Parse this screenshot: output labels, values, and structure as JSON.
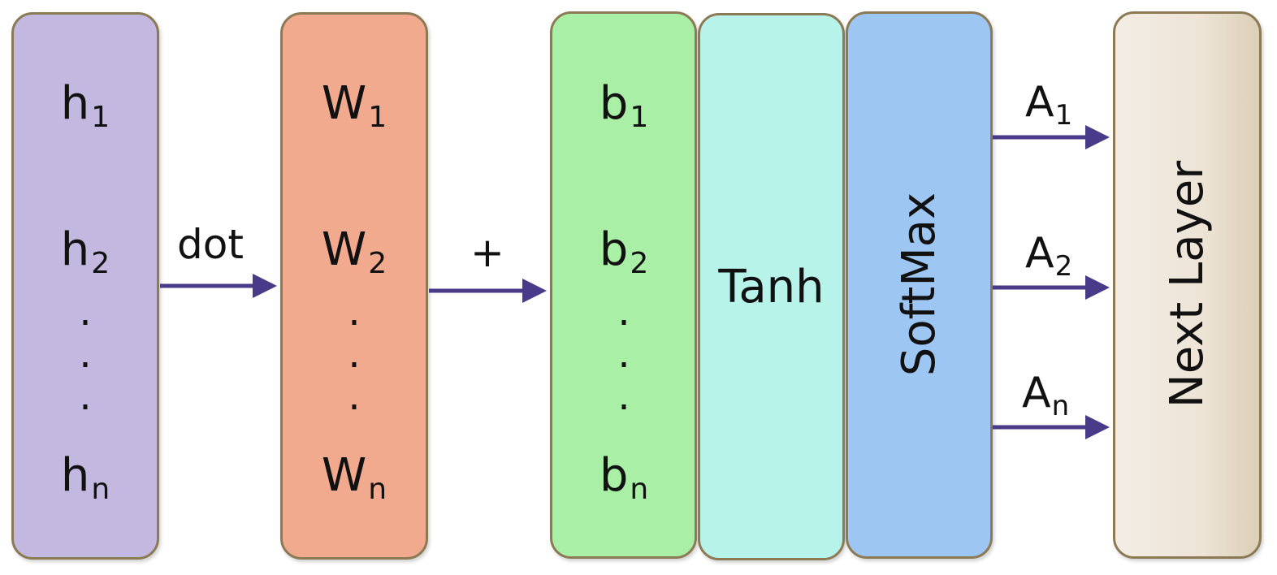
{
  "hidden": {
    "h1": {
      "base": "h",
      "sub": "1"
    },
    "h2": {
      "base": "h",
      "sub": "2"
    },
    "hn": {
      "base": "h",
      "sub": "n"
    },
    "dots": [
      ".",
      ".",
      "."
    ]
  },
  "weights": {
    "w1": {
      "base": "W",
      "sub": "1"
    },
    "w2": {
      "base": "W",
      "sub": "2"
    },
    "wn": {
      "base": "W",
      "sub": "n"
    },
    "dots": [
      ".",
      ".",
      "."
    ]
  },
  "biases": {
    "b1": {
      "base": "b",
      "sub": "1"
    },
    "b2": {
      "base": "b",
      "sub": "2"
    },
    "bn": {
      "base": "b",
      "sub": "n"
    },
    "dots": [
      ".",
      ".",
      "."
    ]
  },
  "operations": {
    "dot": "dot",
    "plus": "+"
  },
  "tanh": {
    "label": "Tanh"
  },
  "softmax": {
    "label": "SoftMax"
  },
  "next_layer": {
    "label": "Next Layer"
  },
  "outputs": {
    "a1": {
      "base": "A",
      "sub": "1"
    },
    "a2": {
      "base": "A",
      "sub": "2"
    },
    "an": {
      "base": "A",
      "sub": "n"
    }
  },
  "colors": {
    "hidden": "#c2b8e0",
    "weights": "#f2aa8e",
    "biases": "#a9f0a6",
    "tanh": "#b7f3e9",
    "softmax": "#9dc6f2",
    "next_layer": "#ede4d6",
    "arrow": "#4a3a8a",
    "border": "#8c7a55"
  }
}
